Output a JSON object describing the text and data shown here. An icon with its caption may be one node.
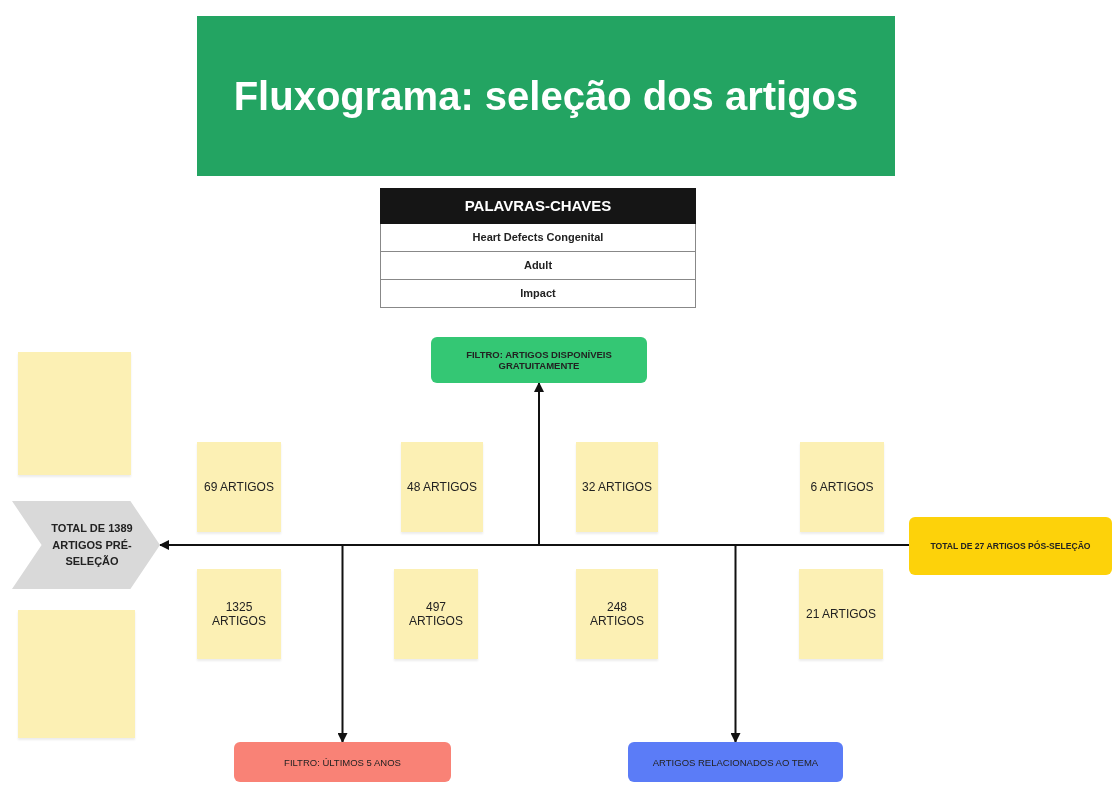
{
  "diagram": {
    "title": "Fluxograma: seleção dos artigos",
    "nodes": [
      {
        "text": [
          "FILTRO: ARTIGOS DISPONÍVEIS GRATUITAMENTE"
        ]
      },
      {
        "text": [],
        "shape": "box"
      },
      {
        "text": [
          "69 ARTIGOS"
        ]
      },
      {
        "text": [
          "48 ARTIGOS"
        ]
      },
      {
        "text": [
          "32 ARTIGOS"
        ]
      },
      {
        "text": [
          "6 ARTIGOS"
        ]
      },
      {
        "text": [
          "TOTAL DE 1389 ARTIGOS PRÉ-SELEÇÃO"
        ]
      },
      {
        "text": [
          "TOTAL DE 27 ARTIGOS PÓS-SELEÇÃO"
        ]
      },
      {
        "text": [
          "1325 ARTIGOS"
        ]
      },
      {
        "text": [
          "497 ARTIGOS"
        ]
      },
      {
        "text": [
          "248 ARTIGOS"
        ]
      },
      {
        "text": [
          "21 ARTIGOS"
        ]
      },
      {
        "text": [],
        "shape": "box"
      },
      {
        "text": [
          "FILTRO: ÚLTIMOS 5 ANOS"
        ]
      },
      {
        "text": [
          "ARTIGOS RELACIONADOS AO TEMA"
        ]
      }
    ],
    "edges": [
      {
        "from": 7,
        "to": 6,
        "arrow": "to"
      },
      {
        "from": 7,
        "to": 0,
        "arrow": "to"
      },
      {
        "from": 7,
        "to": 13,
        "arrow": "to"
      },
      {
        "from": 7,
        "to": 14,
        "arrow": "to"
      }
    ],
    "labels": [
      "PALAVRAS-CHAVES",
      "Heart Defects Congenital",
      "Adult",
      "Impact"
    ]
  }
}
